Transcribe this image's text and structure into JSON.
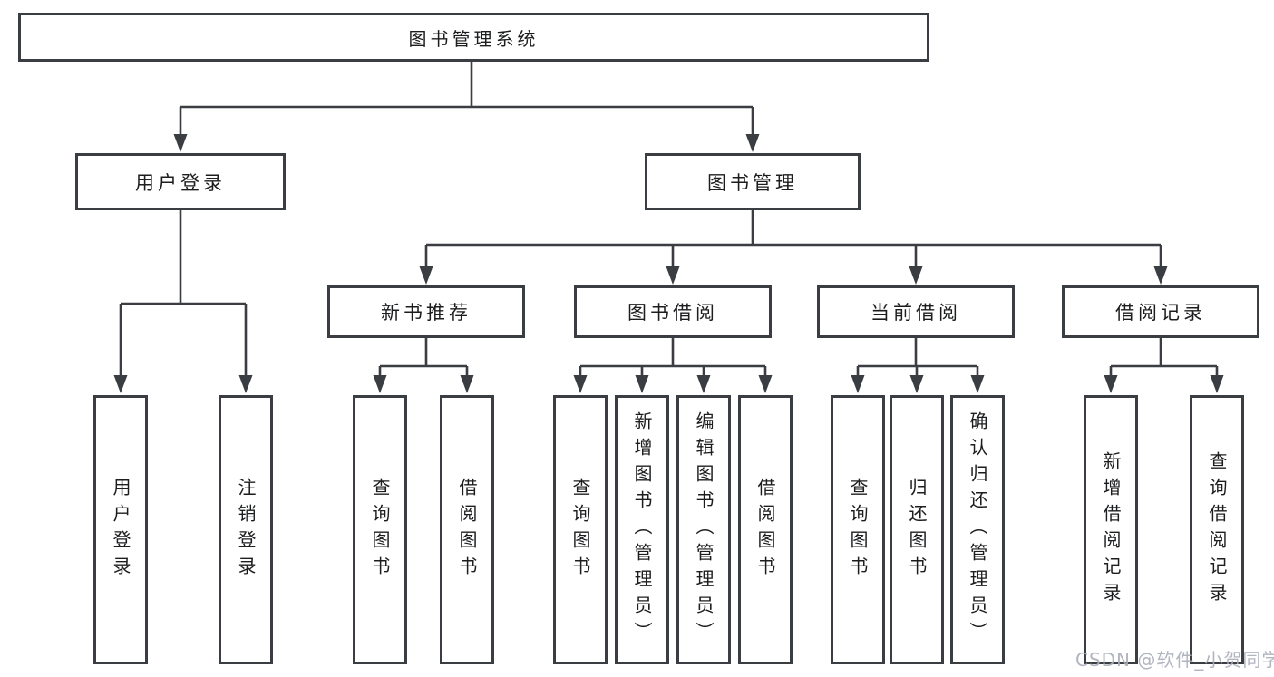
{
  "tree": {
    "label": "图书管理系统",
    "children": [
      {
        "label": "用户登录",
        "children": [
          {
            "label": "用户登录"
          },
          {
            "label": "注销登录"
          }
        ]
      },
      {
        "label": "图书管理",
        "children": [
          {
            "label": "新书推荐",
            "children": [
              {
                "label": "查询图书"
              },
              {
                "label": "借阅图书"
              }
            ]
          },
          {
            "label": "图书借阅",
            "children": [
              {
                "label": "查询图书"
              },
              {
                "label": "新增图书（管理员）"
              },
              {
                "label": "编辑图书（管理员）"
              },
              {
                "label": "借阅图书"
              }
            ]
          },
          {
            "label": "当前借阅",
            "children": [
              {
                "label": "查询图书"
              },
              {
                "label": "归还图书"
              },
              {
                "label": "确认归还（管理员）"
              }
            ]
          },
          {
            "label": "借阅记录",
            "children": [
              {
                "label": "新增借阅记录"
              },
              {
                "label": "查询借阅记录"
              }
            ]
          }
        ]
      }
    ]
  },
  "watermark": "CSDN @软件_小贺同学",
  "colors": {
    "line": "#3a3d42",
    "border": "#3a3d42",
    "text": "#1c1d1f",
    "watermark": "#a9aeb9",
    "background": "#ffffff"
  }
}
